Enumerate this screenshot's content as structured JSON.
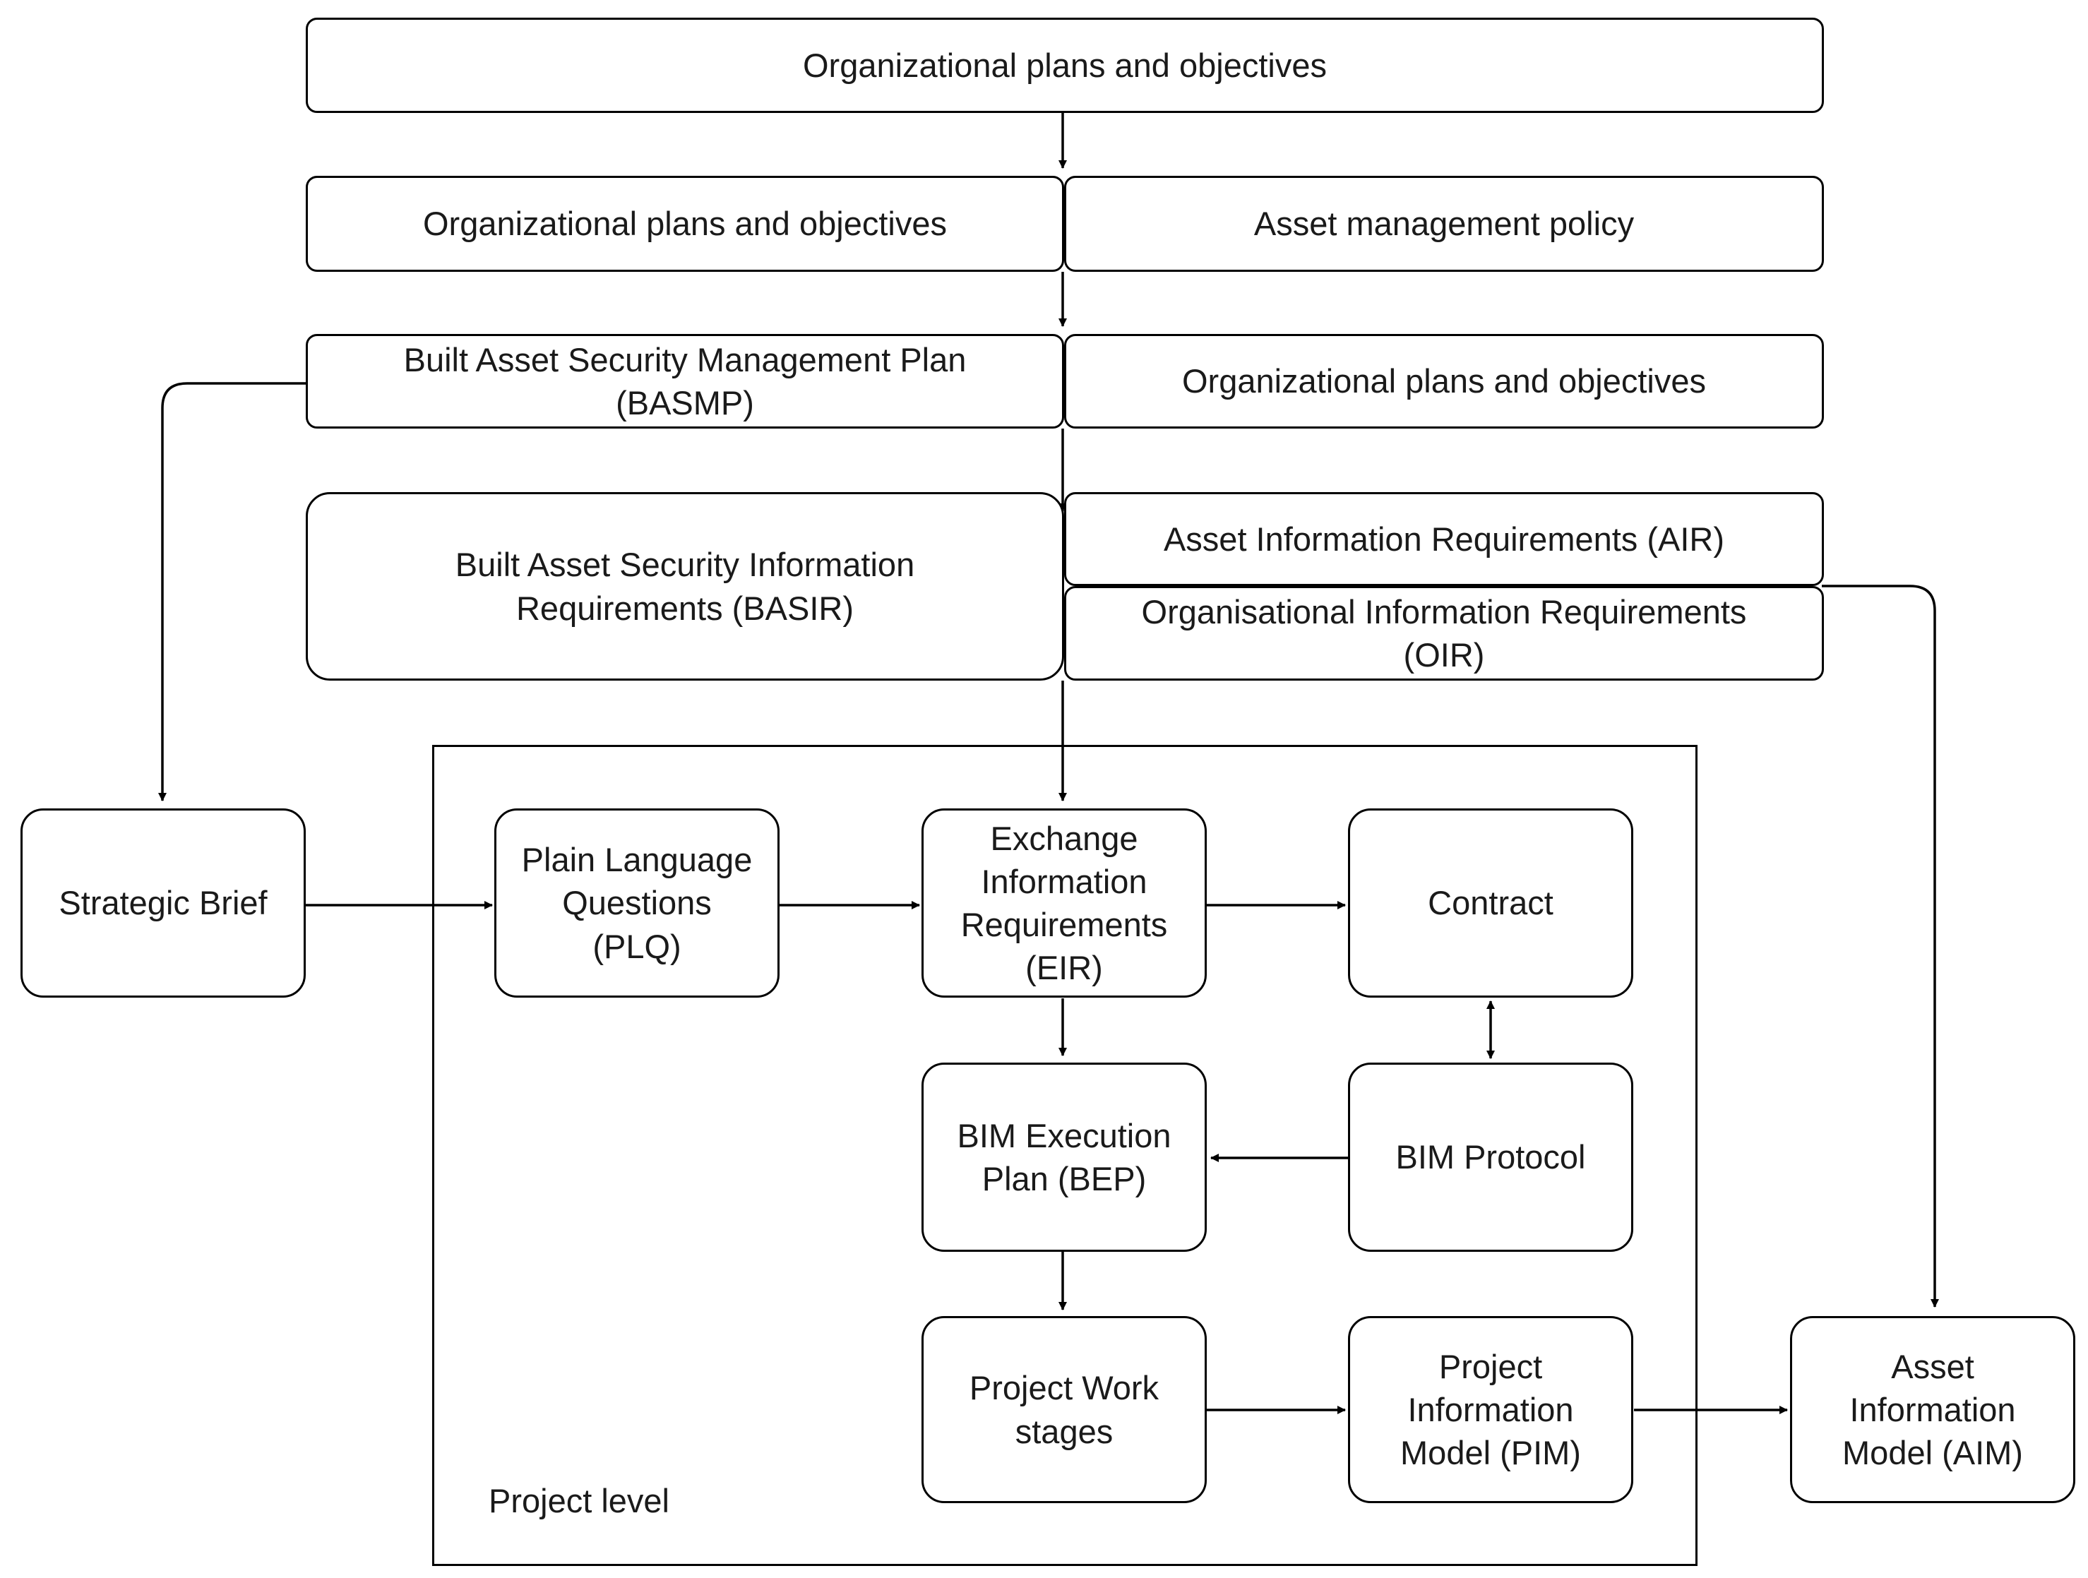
{
  "diagram": {
    "rows": {
      "row1": "Organizational plans and objectives",
      "row2_left": "Organizational plans and objectives",
      "row2_right": "Asset management policy",
      "row3_left": "Built Asset Security Management Plan\n(BASMP)",
      "row3_right": "Organizational plans and objectives",
      "row4_left": "Built Asset Security Information\nRequirements (BASIR)",
      "row4_right_top": "Asset Information Requirements (AIR)",
      "row4_right_bottom": "Organisational Information Requirements\n(OIR)"
    },
    "nodes": {
      "strategic_brief": "Strategic Brief",
      "plq": "Plain Language\nQuestions\n(PLQ)",
      "eir": "Exchange\nInformation\nRequirements\n(EIR)",
      "contract": "Contract",
      "bep": "BIM Execution\nPlan (BEP)",
      "bim_protocol": "BIM Protocol",
      "work_stages": "Project Work\nstages",
      "pim": "Project\nInformation\nModel (PIM)",
      "aim": "Asset\nInformation\nModel (AIM)"
    },
    "project_level_label": "Project level"
  }
}
